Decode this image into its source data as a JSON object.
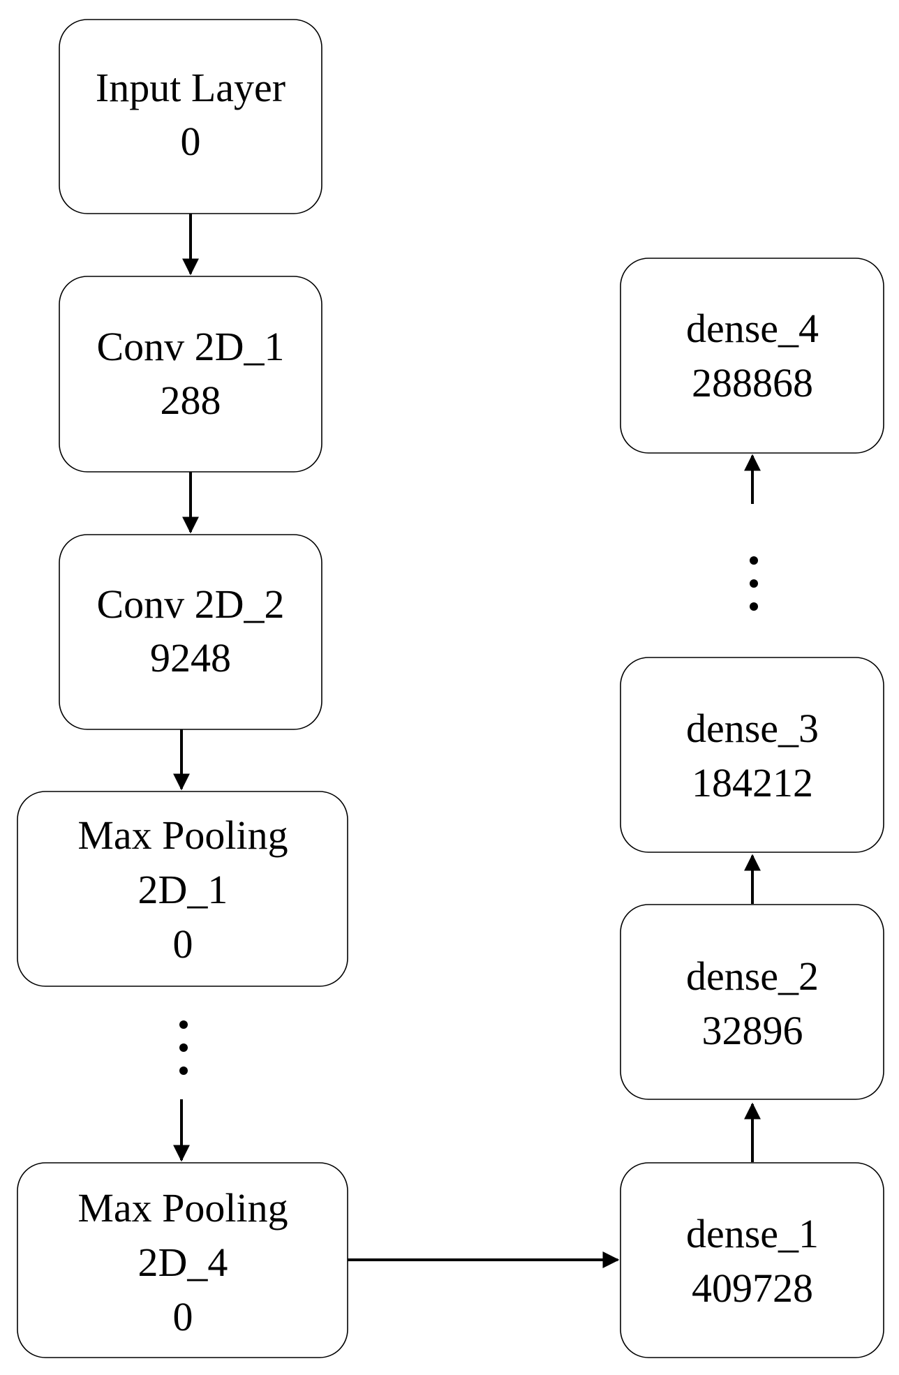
{
  "nodes": {
    "input": {
      "lines": [
        "Input Layer",
        "0"
      ]
    },
    "conv1": {
      "lines": [
        "Conv 2D_1",
        "288"
      ]
    },
    "conv2": {
      "lines": [
        "Conv 2D_2",
        "9248"
      ]
    },
    "maxpool1": {
      "lines": [
        "Max Pooling",
        "2D_1",
        "0"
      ]
    },
    "maxpool4": {
      "lines": [
        "Max Pooling",
        "2D_4",
        "0"
      ]
    },
    "dense1": {
      "lines": [
        "dense_1",
        "409728"
      ]
    },
    "dense2": {
      "lines": [
        "dense_2",
        "32896"
      ]
    },
    "dense3": {
      "lines": [
        "dense_3",
        "184212"
      ]
    },
    "dense4": {
      "lines": [
        "dense_4",
        "288868"
      ]
    }
  }
}
